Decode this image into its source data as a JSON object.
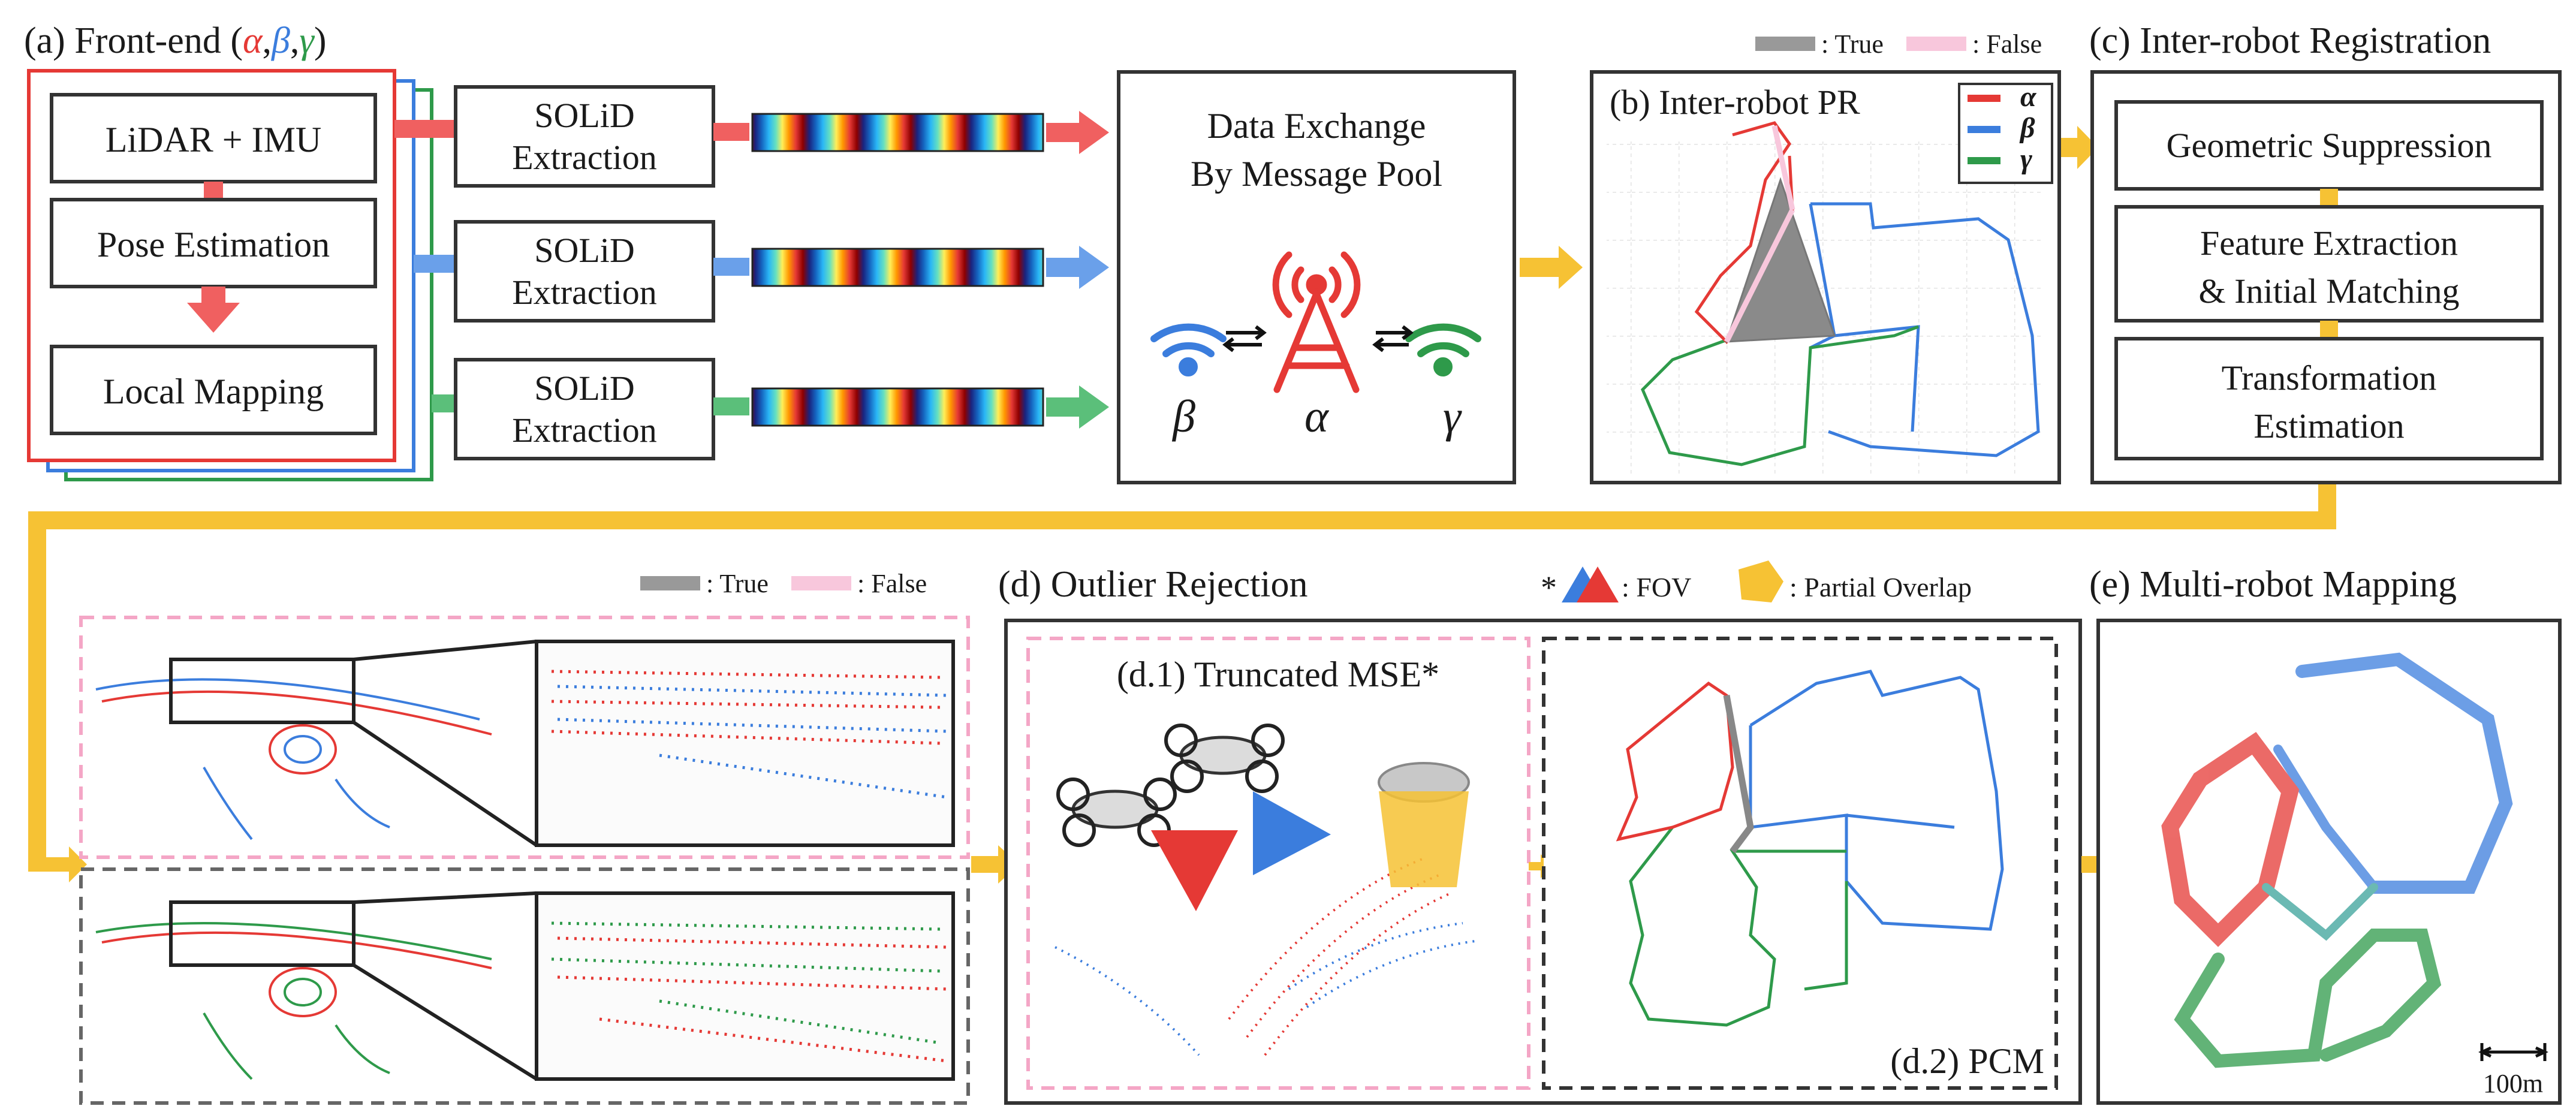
{
  "panel_a": {
    "title_prefix": "(a) Front-end (",
    "title_suffix": ")",
    "alpha": "α",
    "beta": "β",
    "gamma": "γ",
    "comma": ",",
    "lidar_imu": "LiDAR + IMU",
    "pose_estimation": "Pose Estimation",
    "local_mapping": "Local Mapping",
    "solid_line1": "SOLiD",
    "solid_line2": "Extraction"
  },
  "data_exchange": {
    "line1": "Data Exchange",
    "line2": "By Message Pool",
    "beta": "β",
    "alpha": "α",
    "gamma": "γ"
  },
  "panel_b": {
    "title": "(b) Inter-robot PR",
    "legend_alpha": "α",
    "legend_beta": "β",
    "legend_gamma": "γ",
    "true_label": ": True",
    "false_label": ": False"
  },
  "panel_c": {
    "title": "(c) Inter-robot Registration",
    "geometric_suppression": "Geometric Suppression",
    "feature_line1": "Feature Extraction",
    "feature_line2": "& Initial Matching",
    "transformation_line1": "Transformation",
    "transformation_line2": "Estimation"
  },
  "bottom_legend": {
    "true_label": ": True",
    "false_label": ": False"
  },
  "panel_d": {
    "title": "(d) Outlier Rejection",
    "fov_star": "*",
    "fov_label": ": FOV",
    "overlap_label": ": Partial Overlap",
    "d1_title": "(d.1) Truncated MSE*",
    "d2_title": "(d.2) PCM"
  },
  "panel_e": {
    "title": "(e) Multi-robot Mapping",
    "scale": "100m"
  },
  "colors": {
    "alpha": "#e53935",
    "beta": "#3b7ddd",
    "gamma": "#2e9a4a",
    "arrow": "#f6c234",
    "pink": "#f4a6c6",
    "gray": "#999999"
  }
}
